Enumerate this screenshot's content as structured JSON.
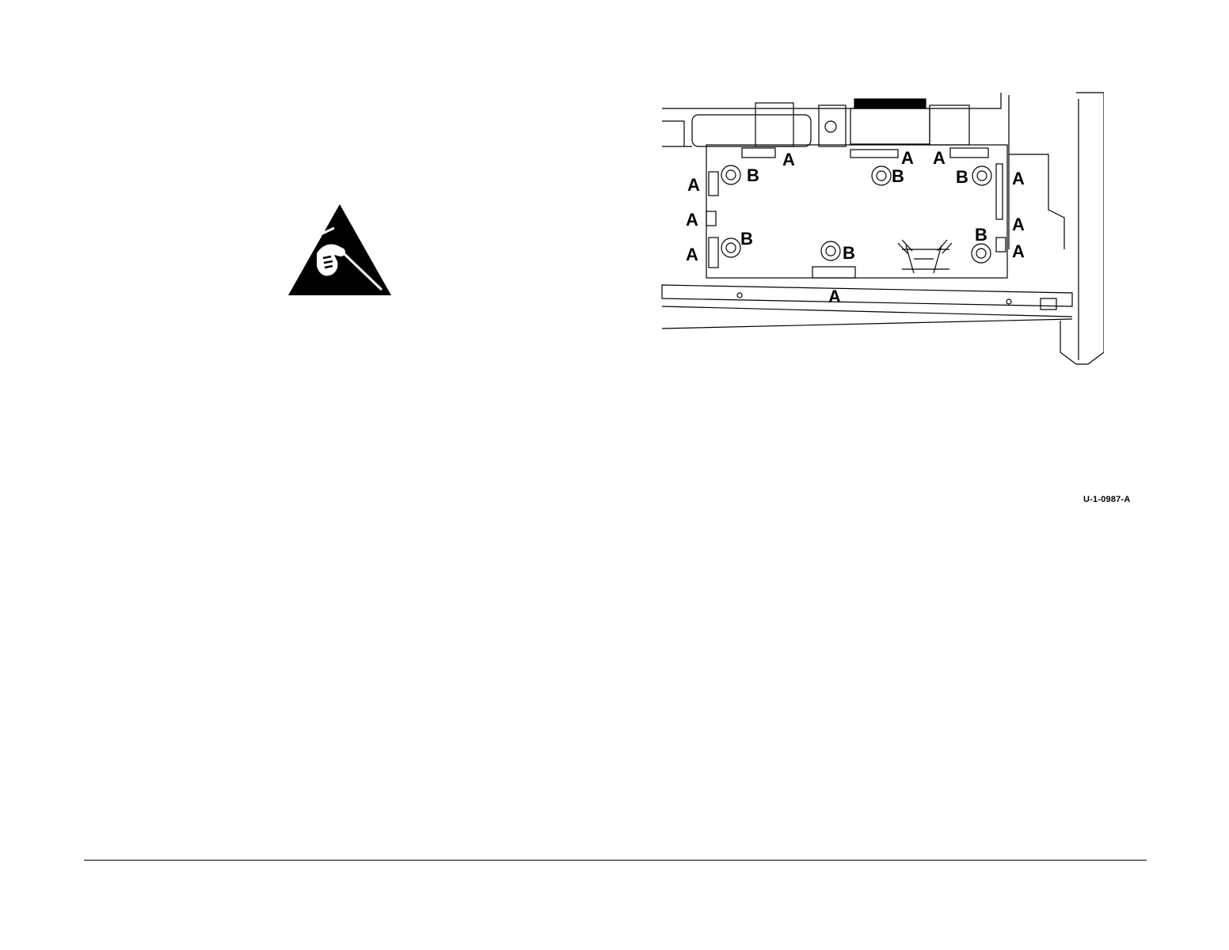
{
  "esd_warning_symbol": {
    "icon": "esd-hand-triangle-icon"
  },
  "illustration": {
    "callouts": {
      "connector": "A",
      "standoff": "B"
    }
  },
  "figure_id": "U-1-0987-A"
}
